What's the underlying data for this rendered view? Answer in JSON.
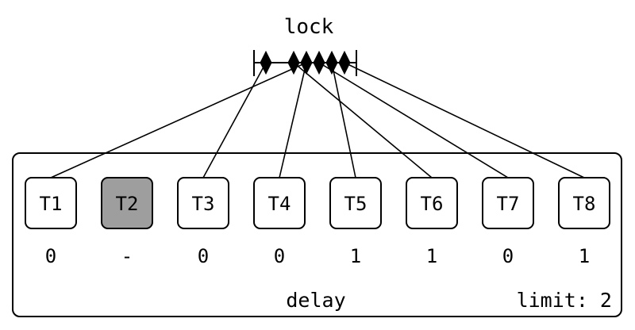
{
  "lock": {
    "title": "lock"
  },
  "panel": {
    "delay_label": "delay",
    "limit_label": "limit: 2"
  },
  "threads": [
    {
      "label": "T1",
      "delay": "0",
      "highlighted": false
    },
    {
      "label": "T2",
      "delay": "-",
      "highlighted": true
    },
    {
      "label": "T3",
      "delay": "0",
      "highlighted": false
    },
    {
      "label": "T4",
      "delay": "0",
      "highlighted": false
    },
    {
      "label": "T5",
      "delay": "1",
      "highlighted": false
    },
    {
      "label": "T6",
      "delay": "1",
      "highlighted": false
    },
    {
      "label": "T7",
      "delay": "0",
      "highlighted": false
    },
    {
      "label": "T8",
      "delay": "1",
      "highlighted": false
    }
  ],
  "colors": {
    "stroke": "#000000",
    "box_fill": "#ffffff",
    "highlight_fill": "#9e9e9e"
  }
}
